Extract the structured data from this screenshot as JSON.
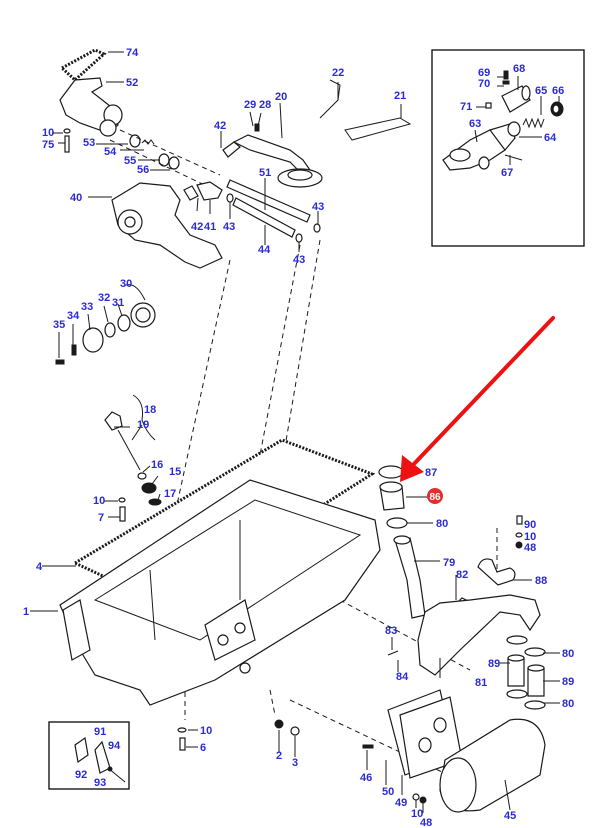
{
  "diagram": {
    "title": "Engine oil sump, oil pump and oil cooler – exploded parts view",
    "label_color": "#2b2bd6",
    "line_color": "#1a1a1a",
    "highlight": {
      "part_number": "86",
      "badge_color": "#e82c2c",
      "arrow_color": "#ee1111",
      "description": "Red arrow pointing to highlighted part 86 (sleeve/bush)"
    },
    "callouts": [
      {
        "id": "74",
        "text": "74"
      },
      {
        "id": "52",
        "text": "52"
      },
      {
        "id": "10a",
        "text": "10"
      },
      {
        "id": "75",
        "text": "75"
      },
      {
        "id": "53",
        "text": "53"
      },
      {
        "id": "54",
        "text": "54"
      },
      {
        "id": "55",
        "text": "55"
      },
      {
        "id": "56",
        "text": "56"
      },
      {
        "id": "40",
        "text": "40"
      },
      {
        "id": "42a",
        "text": "42"
      },
      {
        "id": "29",
        "text": "29"
      },
      {
        "id": "28",
        "text": "28"
      },
      {
        "id": "20",
        "text": "20"
      },
      {
        "id": "22",
        "text": "22"
      },
      {
        "id": "21",
        "text": "21"
      },
      {
        "id": "42b",
        "text": "42"
      },
      {
        "id": "41",
        "text": "41"
      },
      {
        "id": "43a",
        "text": "43"
      },
      {
        "id": "51",
        "text": "51"
      },
      {
        "id": "43b",
        "text": "43"
      },
      {
        "id": "44",
        "text": "44"
      },
      {
        "id": "43c",
        "text": "43"
      },
      {
        "id": "30",
        "text": "30"
      },
      {
        "id": "31",
        "text": "31"
      },
      {
        "id": "32",
        "text": "32"
      },
      {
        "id": "33",
        "text": "33"
      },
      {
        "id": "34",
        "text": "34"
      },
      {
        "id": "35",
        "text": "35"
      },
      {
        "id": "69",
        "text": "69"
      },
      {
        "id": "68",
        "text": "68"
      },
      {
        "id": "70",
        "text": "70"
      },
      {
        "id": "71",
        "text": "71"
      },
      {
        "id": "65",
        "text": "65"
      },
      {
        "id": "66",
        "text": "66"
      },
      {
        "id": "63",
        "text": "63"
      },
      {
        "id": "64",
        "text": "64"
      },
      {
        "id": "67",
        "text": "67"
      },
      {
        "id": "18",
        "text": "18"
      },
      {
        "id": "19",
        "text": "19"
      },
      {
        "id": "16",
        "text": "16"
      },
      {
        "id": "15",
        "text": "15"
      },
      {
        "id": "17",
        "text": "17"
      },
      {
        "id": "10b",
        "text": "10"
      },
      {
        "id": "7",
        "text": "7"
      },
      {
        "id": "4",
        "text": "4"
      },
      {
        "id": "1",
        "text": "1"
      },
      {
        "id": "87",
        "text": "87"
      },
      {
        "id": "86",
        "text": "86"
      },
      {
        "id": "80a",
        "text": "80"
      },
      {
        "id": "90",
        "text": "90"
      },
      {
        "id": "10c",
        "text": "10"
      },
      {
        "id": "48a",
        "text": "48"
      },
      {
        "id": "79",
        "text": "79"
      },
      {
        "id": "82",
        "text": "82"
      },
      {
        "id": "88",
        "text": "88"
      },
      {
        "id": "83",
        "text": "83"
      },
      {
        "id": "84",
        "text": "84"
      },
      {
        "id": "81",
        "text": "81"
      },
      {
        "id": "80b",
        "text": "80"
      },
      {
        "id": "89a",
        "text": "89"
      },
      {
        "id": "89b",
        "text": "89"
      },
      {
        "id": "80c",
        "text": "80"
      },
      {
        "id": "10d",
        "text": "10"
      },
      {
        "id": "6",
        "text": "6"
      },
      {
        "id": "2",
        "text": "2"
      },
      {
        "id": "3",
        "text": "3"
      },
      {
        "id": "91",
        "text": "91"
      },
      {
        "id": "94",
        "text": "94"
      },
      {
        "id": "92",
        "text": "92"
      },
      {
        "id": "93",
        "text": "93"
      },
      {
        "id": "46",
        "text": "46"
      },
      {
        "id": "50",
        "text": "50"
      },
      {
        "id": "49",
        "text": "49"
      },
      {
        "id": "10e",
        "text": "10"
      },
      {
        "id": "48b",
        "text": "48"
      },
      {
        "id": "45",
        "text": "45"
      }
    ]
  }
}
